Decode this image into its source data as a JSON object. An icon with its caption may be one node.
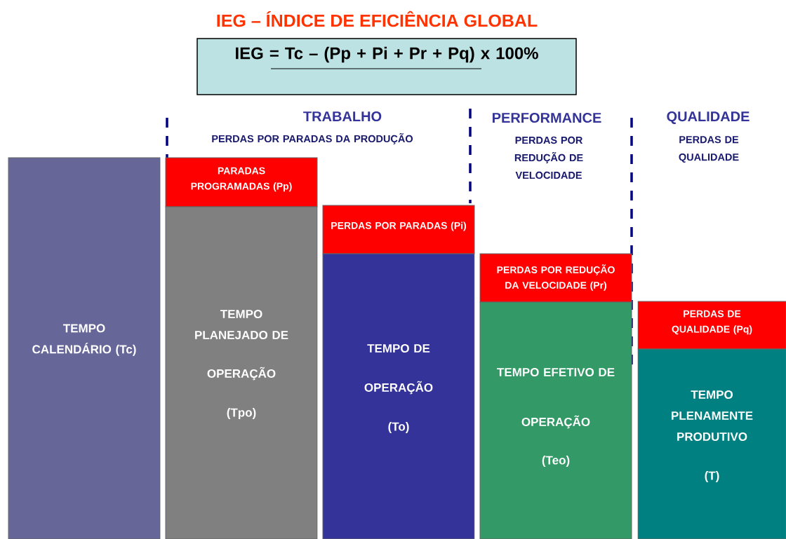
{
  "diagram": {
    "title": "IEG – ÍNDICE DE EFICIÊNCIA GLOBAL",
    "nodes": [
      {
        "text": [
          "IEG = Tc – (Pp + Pi + Pr + Pq) x 100%"
        ]
      },
      {
        "text": [
          "TEMPO CALENDÁRIO (Tc)"
        ]
      },
      {
        "text": [
          "PARADAS PROGRAMADAS (Pp)"
        ]
      },
      {
        "text": [
          "TEMPO PLANEJADO DE",
          "OPERAÇÃO",
          "(Tpo)"
        ]
      },
      {
        "text": [
          "PERDAS POR PARADAS (Pi)"
        ]
      },
      {
        "text": [
          "TEMPO DE",
          "OPERAÇÃO",
          "(To)"
        ]
      },
      {
        "text": [
          "PERDAS POR REDUÇÃO DA VELOCIDADE (Pr)"
        ]
      },
      {
        "text": [
          "TEMPO EFETIVO DE",
          "OPERAÇÃO",
          "(Teo)"
        ]
      },
      {
        "text": [
          "PERDAS DE QUALIDADE (Pq)"
        ]
      },
      {
        "text": [
          "TEMPO PLENAMENTE PRODUTIVO",
          "(T)"
        ]
      }
    ],
    "labels": [
      "TRABALHO",
      "PERDAS POR PARADAS DA PRODUÇÃO",
      "PERFORMANCE",
      "PERDAS POR REDUÇÃO DE VELOCIDADE",
      "QUALIDADE",
      "PERDAS DE QUALIDADE"
    ]
  }
}
